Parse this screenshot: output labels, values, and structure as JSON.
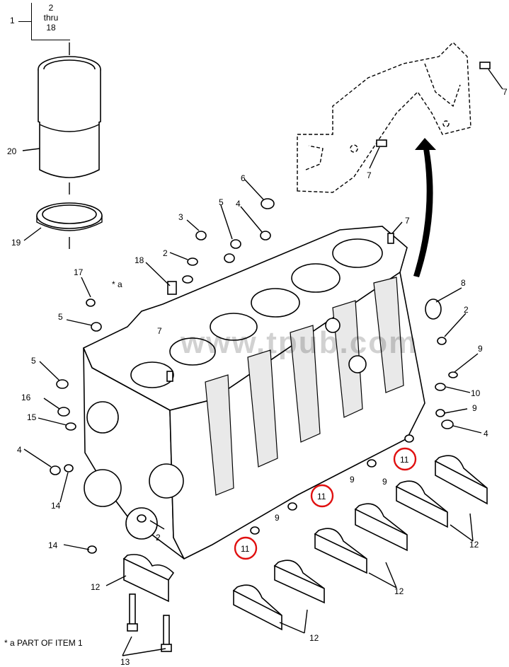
{
  "reference": {
    "item": "1",
    "sub_top": "2",
    "sub_mid": "thru",
    "sub_bot": "18"
  },
  "watermark": "www.tpub.com",
  "footnote": {
    "symbol": "* a",
    "text": "PART OF ITEM 1"
  },
  "callouts": {
    "c20": "20",
    "c19": "19",
    "c17": "17",
    "c5a": "5",
    "c5b": "5",
    "c5c": "5",
    "c16": "16",
    "c15": "15",
    "c4a": "4",
    "c4b": "4",
    "c4c": "4",
    "c14a": "14",
    "c14b": "14",
    "c3": "3",
    "c2a": "2",
    "c2b": "2",
    "c2c": "2",
    "c18": "18",
    "c6": "6",
    "c7a": "7",
    "c7b": "7",
    "c7c": "7",
    "c7d": "7",
    "c8": "8",
    "c9a": "9",
    "c9b": "9",
    "c9c": "9",
    "c9d": "9",
    "c9e": "9",
    "c10": "10",
    "c11a": "11",
    "c11b": "11",
    "c11c": "11",
    "c12a": "12",
    "c12b": "12",
    "c12c": "12",
    "c12d": "12",
    "c13": "13",
    "star_a": "* a"
  },
  "highlight_color": "#e01010"
}
